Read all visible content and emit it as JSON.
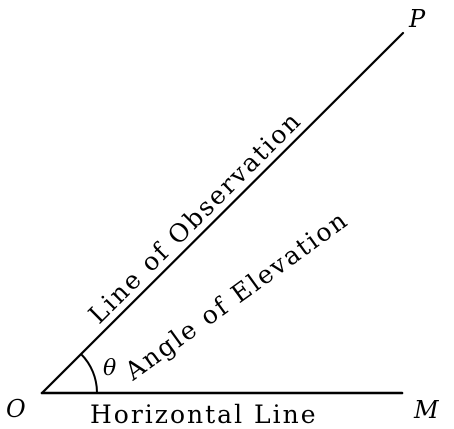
{
  "points": {
    "origin": "O",
    "top": "P",
    "end": "M"
  },
  "labels": {
    "observation": "Line of Observation",
    "elevation": "Angle of Elevation",
    "horizontal": "Horizontal Line",
    "angle": "θ"
  },
  "colors": {
    "stroke": "#000000",
    "background": "#ffffff"
  }
}
